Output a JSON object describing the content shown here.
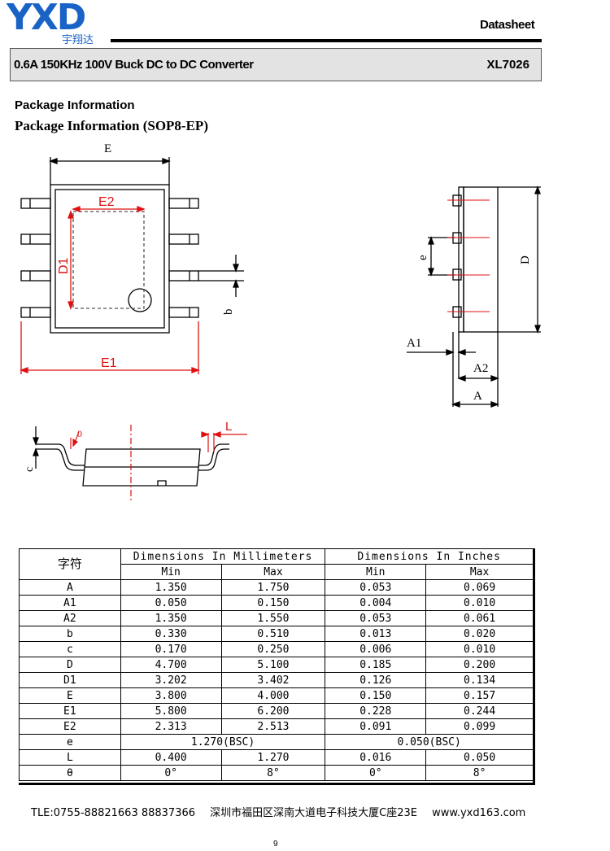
{
  "header": {
    "logo_text": "YXD",
    "logo_cn": "宇翔达",
    "doc_type": "Datasheet",
    "title": "0.6A 150KHz 100V Buck DC to DC Converter",
    "part_number": "XL7026"
  },
  "colors": {
    "brand_blue": "#1a63c6",
    "brand_orange": "#f29a00",
    "dimension_red": "#e01010",
    "title_bar_bg": "#e3e3e3"
  },
  "sections": {
    "heading1": "Package Information",
    "heading2": "Package Information (SOP8-EP)"
  },
  "diagram_labels": {
    "E": "E",
    "E1": "E1",
    "E2": "E2",
    "D1": "D1",
    "b": "b",
    "e": "e",
    "D": "D",
    "A1": "A1",
    "A2": "A2",
    "A": "A",
    "L": "L",
    "c": "c",
    "theta": "0"
  },
  "table": {
    "symbol_header": "字符",
    "mm_header": "Dimensions In Millimeters",
    "in_header": "Dimensions In Inches",
    "min_label": "Min",
    "max_label": "Max",
    "rows": [
      {
        "sym": "A",
        "mm_min": "1.350",
        "mm_max": "1.750",
        "in_min": "0.053",
        "in_max": "0.069"
      },
      {
        "sym": "A1",
        "mm_min": "0.050",
        "mm_max": "0.150",
        "in_min": "0.004",
        "in_max": "0.010"
      },
      {
        "sym": "A2",
        "mm_min": "1.350",
        "mm_max": "1.550",
        "in_min": "0.053",
        "in_max": "0.061"
      },
      {
        "sym": "b",
        "mm_min": "0.330",
        "mm_max": "0.510",
        "in_min": "0.013",
        "in_max": "0.020"
      },
      {
        "sym": "c",
        "mm_min": "0.170",
        "mm_max": "0.250",
        "in_min": "0.006",
        "in_max": "0.010"
      },
      {
        "sym": "D",
        "mm_min": "4.700",
        "mm_max": "5.100",
        "in_min": "0.185",
        "in_max": "0.200"
      },
      {
        "sym": "D1",
        "mm_min": "3.202",
        "mm_max": "3.402",
        "in_min": "0.126",
        "in_max": "0.134"
      },
      {
        "sym": "E",
        "mm_min": "3.800",
        "mm_max": "4.000",
        "in_min": "0.150",
        "in_max": "0.157"
      },
      {
        "sym": "E1",
        "mm_min": "5.800",
        "mm_max": "6.200",
        "in_min": "0.228",
        "in_max": "0.244"
      },
      {
        "sym": "E2",
        "mm_min": "2.313",
        "mm_max": "2.513",
        "in_min": "0.091",
        "in_max": "0.099"
      }
    ],
    "row_e": {
      "sym": "e",
      "mm": "1.270(BSC)",
      "in": "0.050(BSC)"
    },
    "row_L": {
      "sym": "L",
      "mm_min": "0.400",
      "mm_max": "1.270",
      "in_min": "0.016",
      "in_max": "0.050"
    },
    "row_theta": {
      "sym": "θ",
      "mm_min": "0°",
      "mm_max": "8°",
      "in_min": "0°",
      "in_max": "8°"
    }
  },
  "footer": {
    "phone": "TLE:0755-88821663  88837366",
    "address": "深圳市福田区深南大道电子科技大厦C座23E",
    "website": "www.yxd163.com"
  },
  "page_number": "9"
}
